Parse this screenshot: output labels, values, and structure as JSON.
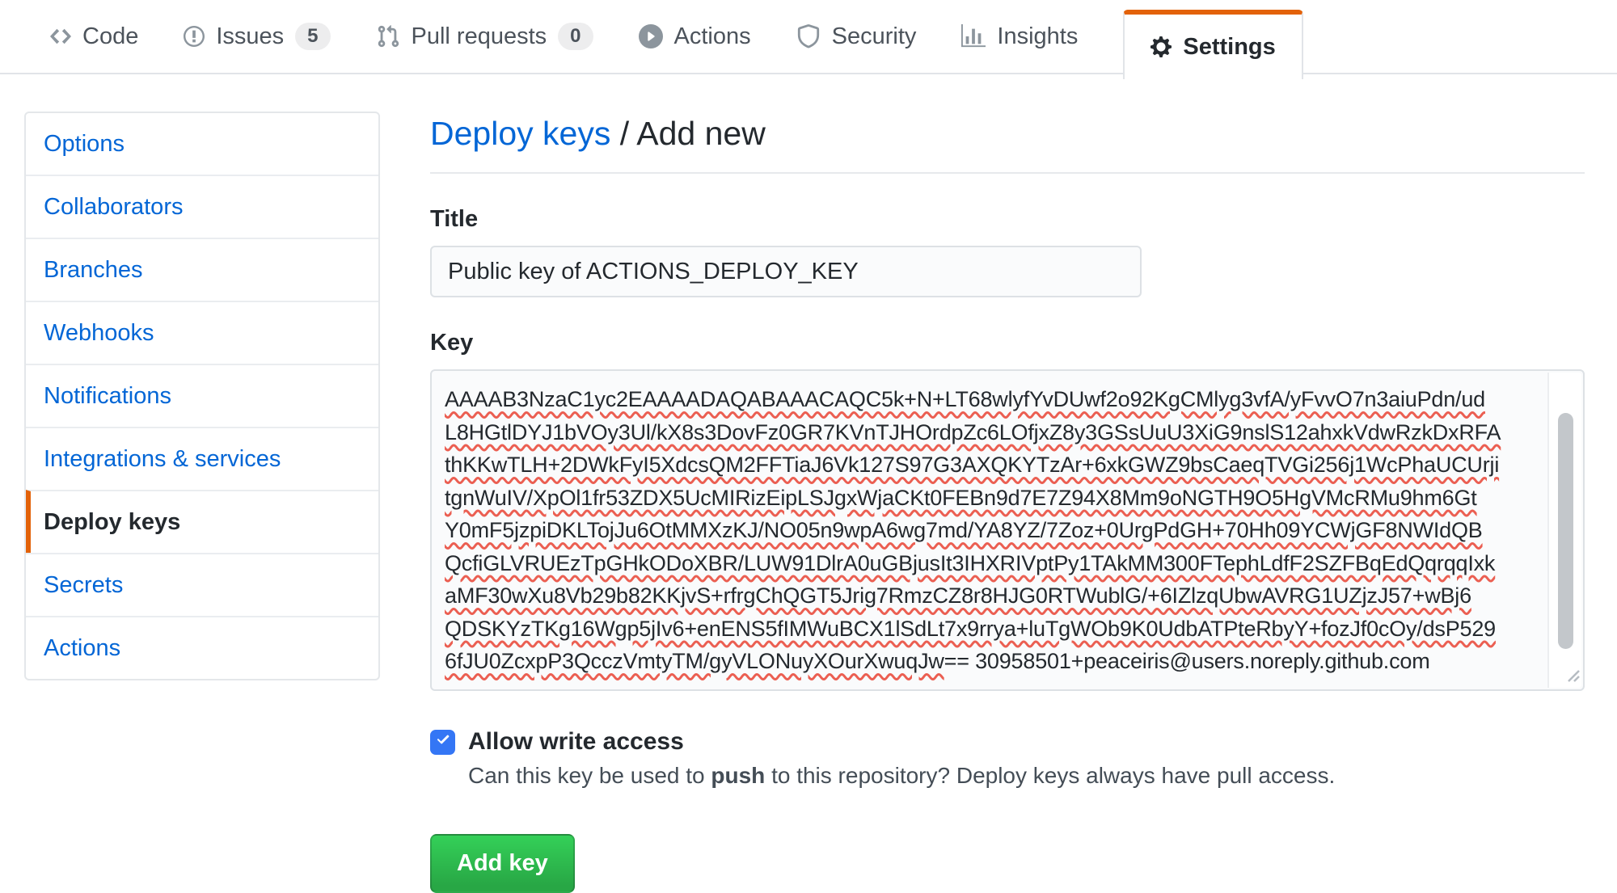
{
  "nav": {
    "tabs": [
      {
        "label": "Code",
        "icon": "code-icon",
        "count": null,
        "active": false
      },
      {
        "label": "Issues",
        "icon": "issue-opened-icon",
        "count": "5",
        "active": false
      },
      {
        "label": "Pull requests",
        "icon": "pull-request-icon",
        "count": "0",
        "active": false
      },
      {
        "label": "Actions",
        "icon": "play-icon",
        "count": null,
        "active": false
      },
      {
        "label": "Security",
        "icon": "shield-icon",
        "count": null,
        "active": false
      },
      {
        "label": "Insights",
        "icon": "graph-icon",
        "count": null,
        "active": false
      },
      {
        "label": "Settings",
        "icon": "gear-icon",
        "count": null,
        "active": true
      }
    ]
  },
  "sidebar": {
    "items": [
      {
        "label": "Options",
        "active": false
      },
      {
        "label": "Collaborators",
        "active": false
      },
      {
        "label": "Branches",
        "active": false
      },
      {
        "label": "Webhooks",
        "active": false
      },
      {
        "label": "Notifications",
        "active": false
      },
      {
        "label": "Integrations & services",
        "active": false
      },
      {
        "label": "Deploy keys",
        "active": true
      },
      {
        "label": "Secrets",
        "active": false
      },
      {
        "label": "Actions",
        "active": false
      }
    ]
  },
  "main": {
    "breadcrumb": {
      "link_label": "Deploy keys",
      "separator": " / ",
      "current": "Add new"
    },
    "title_field": {
      "label": "Title",
      "value": "Public key of ACTIONS_DEPLOY_KEY"
    },
    "key_field": {
      "label": "Key",
      "lines": [
        "AAAAB3NzaC1yc2EAAAADAQABAAACAQC5k+N+LT68wlyfYvDUwf2o92KgCMlyg3vfA/yFvvO7n3aiuPdn/ud",
        "L8HGtlDYJ1bVOy3Ul/kX8s3DovFz0GR7KVnTJHOrdpZc6LOfjxZ8y3GSsUuU3XiG9nslS12ahxkVdwRzkDxRFA",
        "thKKwTLH+2DWkFyI5XdcsQM2FFTiaJ6Vk127S97G3AXQKYTzAr+6xkGWZ9bsCaeqTVGi256j1WcPhaUCUrji",
        "tgnWuIV/XpOl1fr53ZDX5UcMIRizEipLSJgxWjaCKt0FEBn9d7E7Z94X8Mm9oNGTH9O5HgVMcRMu9hm6Gt",
        "Y0mF5jzpiDKLTojJu6OtMMXzKJ/NO05n9wpA6wg7md/YA8YZ/7Zoz+0UrgPdGH+70Hh09YCWjGF8NWIdQB",
        "QcfiGLVRUEzTpGHkODoXBR/LUW91DlrA0uGBjusIt3IHXRIVptPy1TAkMM300FTephLdfF2SZFBqEdQqrqqIxk",
        "aMF30wXu8Vb29b82KKjvS+rfrgChQGT5Jrig7RmzCZ8r8HJG0RTWublG/+6IZlzqUbwAVRG1UZjzJ57+wBj6",
        "QDSKYzTKg16Wgp5jIv6+enENS5fIMWuBCX1lSdLt7x9rrya+luTgWOb9K0UdbATPteRbyY+fozJf0cOy/dsP529",
        "6fJU0ZcxpP3QcczVmtyTM/gyVLONuyXOurXwuqJw"
      ],
      "plain_suffix": "== 30958501+peaceiris@users.noreply.github.com"
    },
    "write_access": {
      "label": "Allow write access",
      "checked": true,
      "desc_before": "Can this key be used to ",
      "desc_bold": "push",
      "desc_after": " to this repository? Deploy keys always have pull access."
    },
    "add_button_label": "Add key"
  },
  "colors": {
    "accent_orange": "#e36209",
    "link_blue": "#0366d6",
    "button_green_top": "#34d058",
    "button_green_bottom": "#28a745",
    "checkbox_blue": "#3476f5",
    "squiggle_red": "#eb5f52"
  }
}
